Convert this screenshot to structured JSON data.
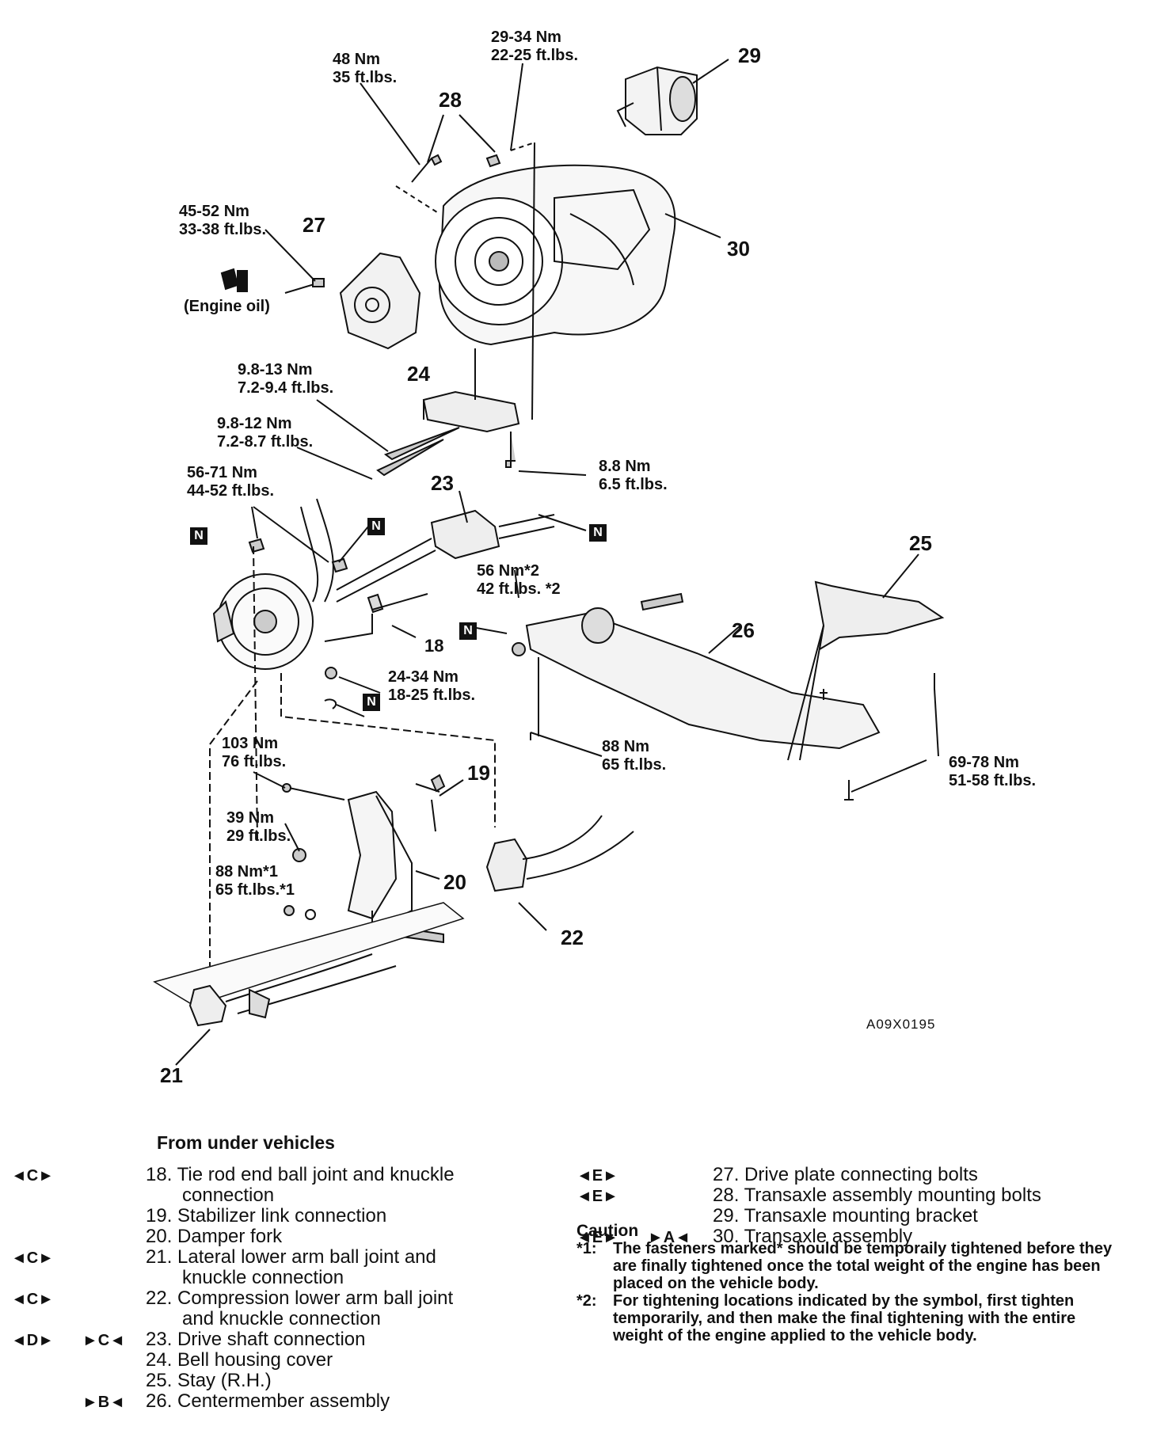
{
  "labels": {
    "t29_34": [
      "29-34 Nm",
      "22-25 ft.lbs."
    ],
    "t48": [
      "48 Nm",
      "35 ft.lbs."
    ],
    "t45_52": [
      "45-52 Nm",
      "33-38 ft.lbs."
    ],
    "engine_oil": "(Engine oil)",
    "t98_13": [
      "9.8-13 Nm",
      "7.2-9.4 ft.lbs."
    ],
    "t98_12": [
      "9.8-12 Nm",
      "7.2-8.7 ft.lbs."
    ],
    "t88_65a": [
      "8.8 Nm",
      "6.5 ft.lbs."
    ],
    "t56_71": [
      "56-71 Nm",
      "44-52 ft.lbs."
    ],
    "t56_42": [
      "56 Nm*2",
      "42 ft.lbs. *2"
    ],
    "t24_34": [
      "24-34 Nm",
      "18-25 ft.lbs."
    ],
    "t103": [
      "103 Nm",
      "76 ft.lbs."
    ],
    "t88_65b": [
      "88 Nm",
      "65 ft.lbs."
    ],
    "t69_78": [
      "69-78 Nm",
      "51-58 ft.lbs."
    ],
    "t39": [
      "39 Nm",
      "29 ft.lbs."
    ],
    "t88_65c": [
      "88 Nm*1",
      "65 ft.lbs.*1"
    ],
    "n_mark": "N",
    "figure_code": "A09X0195"
  },
  "callouts": [
    "29",
    "28",
    "27",
    "30",
    "24",
    "23",
    "25",
    "26",
    "18",
    "19",
    "20",
    "22",
    "21"
  ],
  "legend": {
    "title": "From under vehicles",
    "left": [
      {
        "sym": "◄C►",
        "sym2": "",
        "text": "18. Tie rod end ball joint and knuckle"
      },
      {
        "sym": "",
        "sym2": "",
        "text": "connection"
      },
      {
        "sym": "",
        "sym2": "",
        "text": "19. Stabilizer link connection"
      },
      {
        "sym": "",
        "sym2": "",
        "text": "20. Damper fork"
      },
      {
        "sym": "◄C►",
        "sym2": "",
        "text": "21. Lateral lower arm ball joint and"
      },
      {
        "sym": "",
        "sym2": "",
        "text": "knuckle connection"
      },
      {
        "sym": "◄C►",
        "sym2": "",
        "text": "22. Compression lower arm ball joint"
      },
      {
        "sym": "",
        "sym2": "",
        "text": "and knuckle connection"
      },
      {
        "sym": "◄D►",
        "sym2": "►C◄",
        "text": "23. Drive shaft connection"
      },
      {
        "sym": "",
        "sym2": "",
        "text": "24. Bell housing cover"
      },
      {
        "sym": "",
        "sym2": "",
        "text": "25. Stay (R.H.)"
      },
      {
        "sym": "",
        "sym2": "►B◄",
        "text": "26. Centermember assembly"
      }
    ],
    "right": [
      {
        "sym": "◄E►",
        "sym2": "",
        "text": "27. Drive plate connecting bolts"
      },
      {
        "sym": "◄E►",
        "sym2": "",
        "text": "28. Transaxle assembly mounting bolts"
      },
      {
        "sym": "",
        "sym2": "",
        "text": "29. Transaxle mounting bracket"
      },
      {
        "sym": "◄E►",
        "sym2": "►A◄",
        "text": "30. Transaxle assembly"
      }
    ]
  },
  "caution": {
    "title": "Caution",
    "notes": [
      {
        "mark": "*1:",
        "text": "The fasteners marked* should be temporaily tightened before they are finally tightened once the total weight of the engine has been placed on the vehicle body."
      },
      {
        "mark": "*2:",
        "text": "For tightening locations indicated by the symbol, first tighten temporarily, and then make the final tightening with the entire weight of the engine applied to the vehicle body."
      }
    ]
  }
}
